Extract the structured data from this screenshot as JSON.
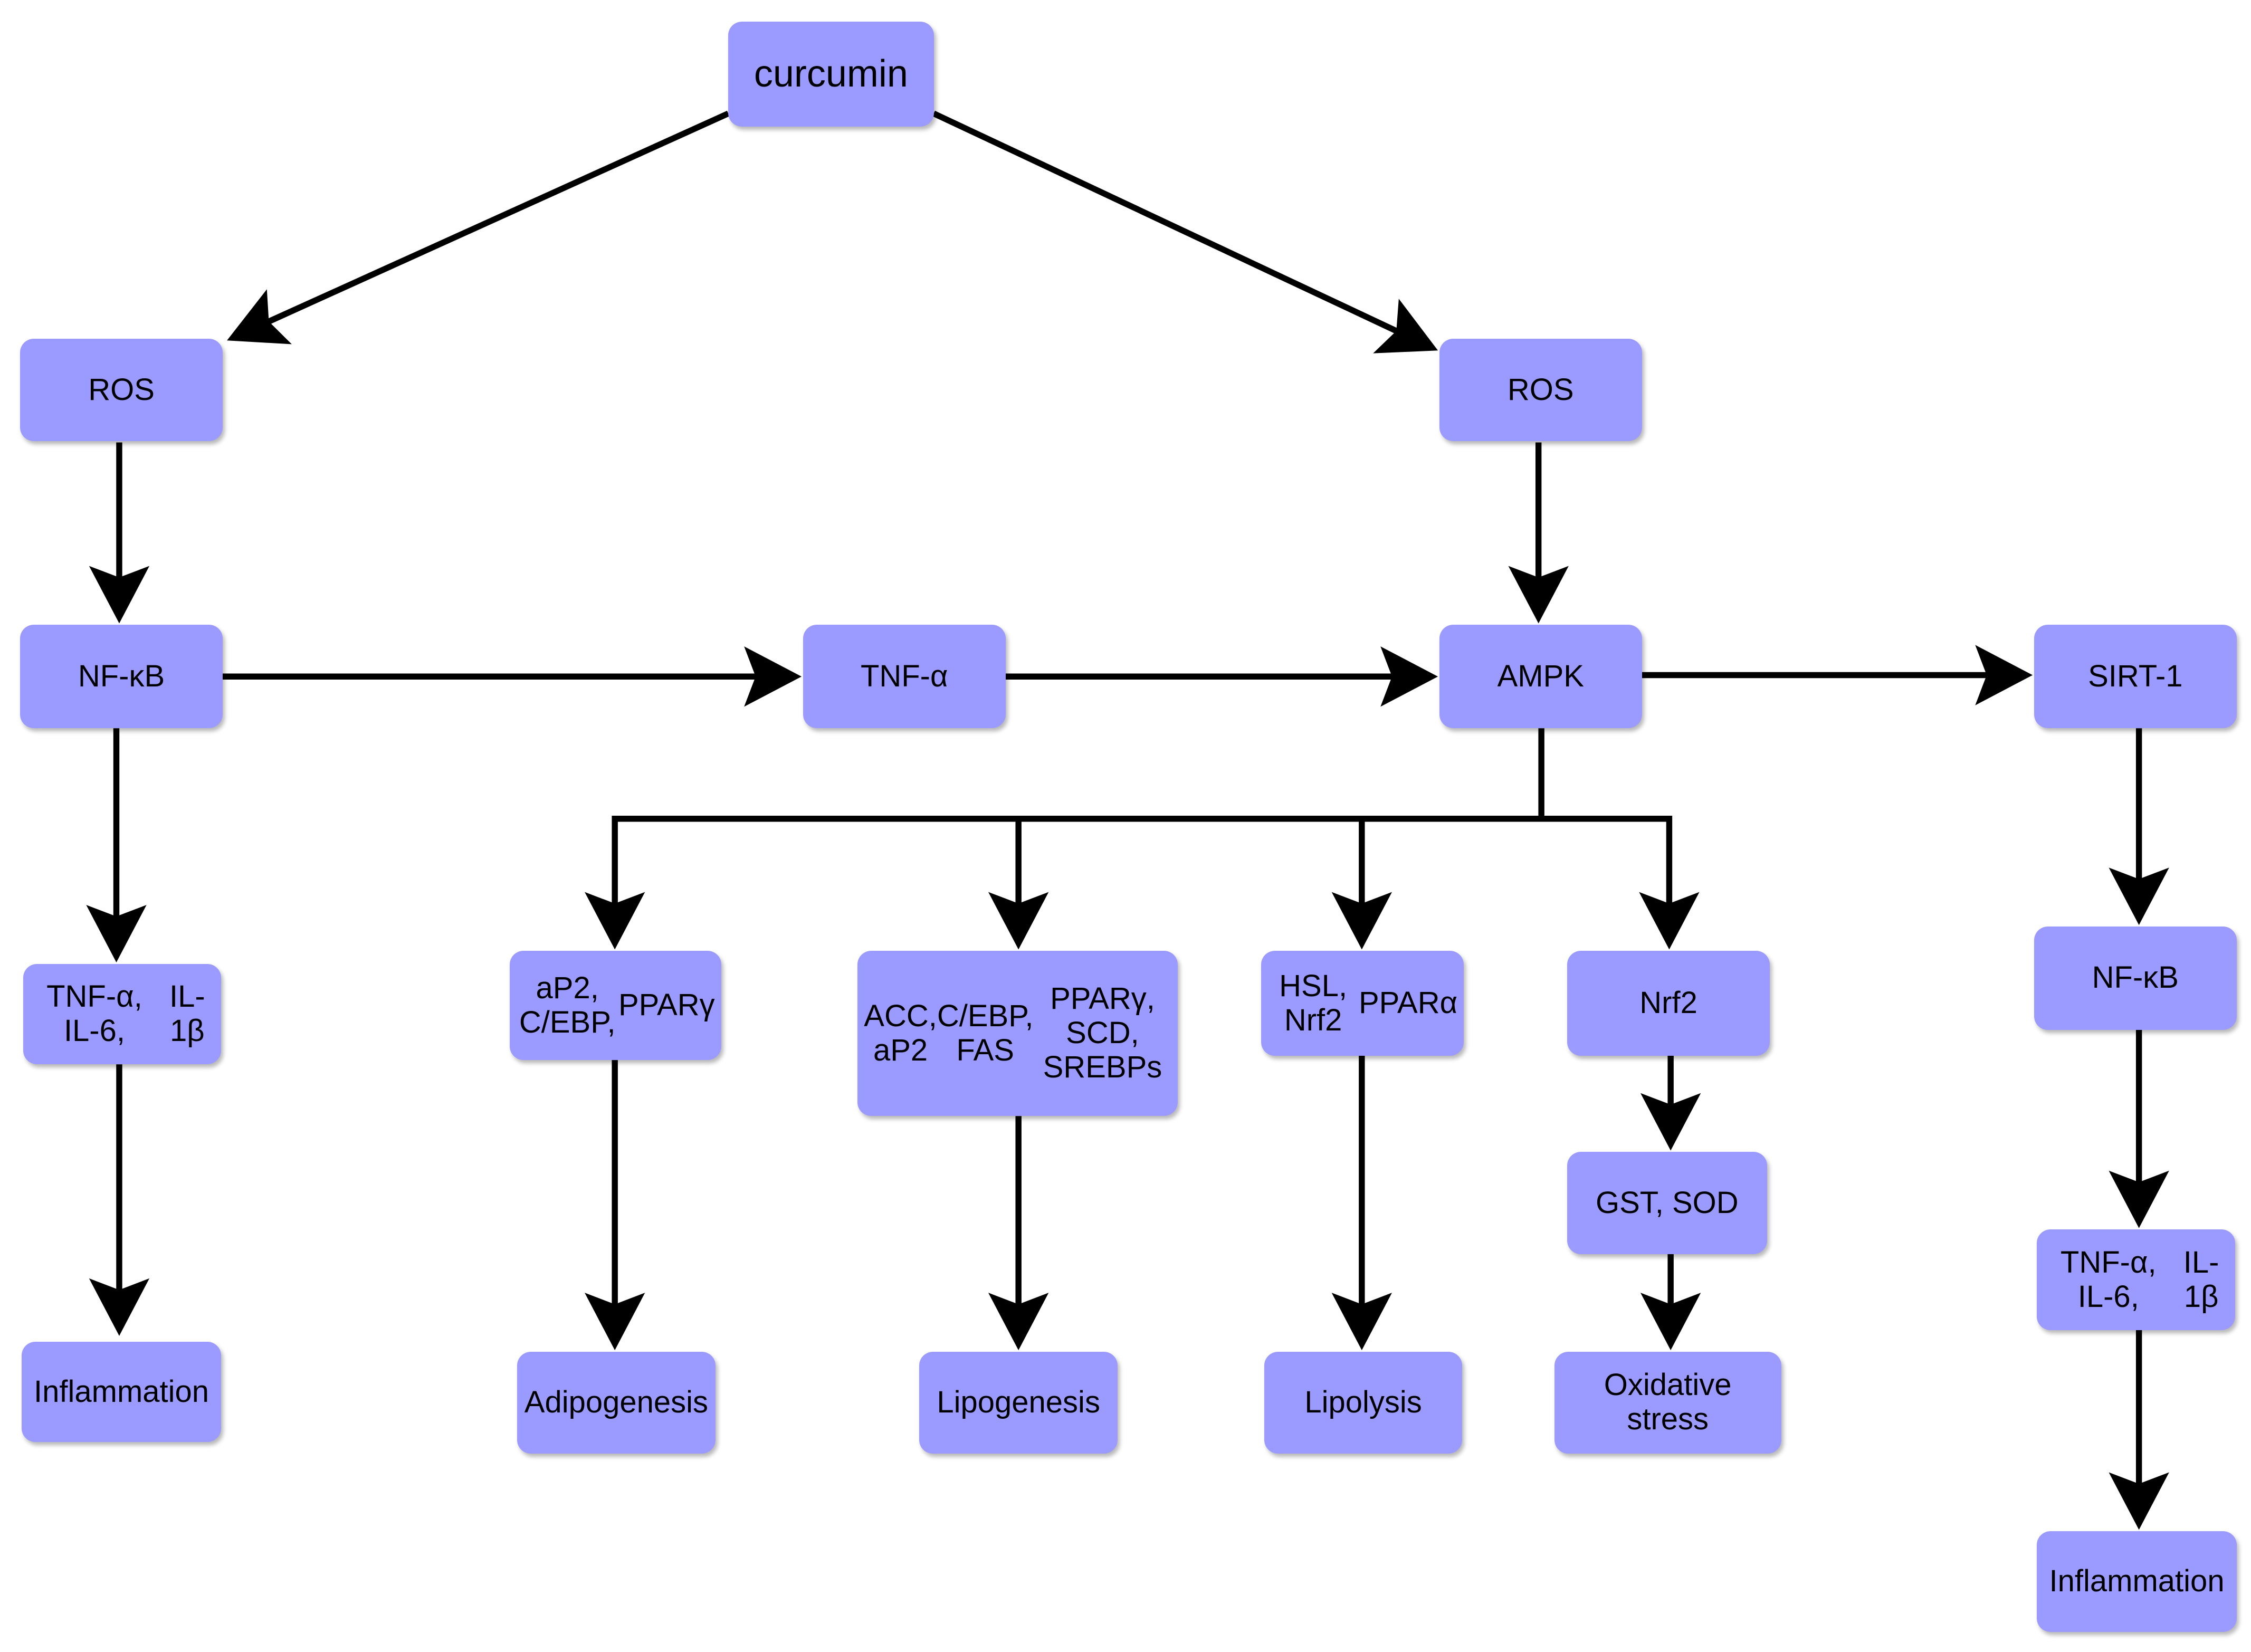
{
  "diagram": {
    "colors": {
      "node_fill": "#9b9bff",
      "arrow": "#000000",
      "background": "#ffffff"
    },
    "nodes": {
      "curcumin": [
        "curcumin"
      ],
      "ros_left": [
        "ROS"
      ],
      "ros_right": [
        "ROS"
      ],
      "nfkb_left": [
        "NF-κB"
      ],
      "tnfa_mid": [
        "TNF-α"
      ],
      "ampk": [
        "AMPK"
      ],
      "sirt1": [
        "SIRT-1"
      ],
      "cytokines_left": [
        "TNF-α, IL-6,",
        "IL-1β"
      ],
      "adipo_factors": [
        "aP2, C/EBP,",
        "PPARγ"
      ],
      "lipo_factors": [
        "ACC, aP2",
        "C/EBP, FAS",
        "PPARγ, SCD, SREBPs"
      ],
      "lipolysis_factors": [
        "HSL, Nrf2",
        "PPARα"
      ],
      "nrf2": [
        "Nrf2"
      ],
      "nfkb_right": [
        "NF-κB"
      ],
      "gst_sod": [
        "GST, SOD"
      ],
      "cytokines_right": [
        "TNF-α, IL-6,",
        "IL-1β"
      ],
      "inflammation_left": [
        "Inflammation"
      ],
      "adipogenesis": [
        "Adipogenesis"
      ],
      "lipogenesis": [
        "Lipogenesis"
      ],
      "lipolysis": [
        "Lipolysis"
      ],
      "oxidative_stress": [
        "Oxidative stress"
      ],
      "inflammation_right": [
        "Inflammation"
      ]
    },
    "edges": [
      [
        "curcumin",
        "ros_left"
      ],
      [
        "curcumin",
        "ros_right"
      ],
      [
        "ros_left",
        "nfkb_left"
      ],
      [
        "ros_right",
        "ampk"
      ],
      [
        "nfkb_left",
        "tnfa_mid"
      ],
      [
        "tnfa_mid",
        "ampk"
      ],
      [
        "ampk",
        "sirt1"
      ],
      [
        "nfkb_left",
        "cytokines_left"
      ],
      [
        "cytokines_left",
        "inflammation_left"
      ],
      [
        "ampk",
        "adipo_factors"
      ],
      [
        "ampk",
        "lipo_factors"
      ],
      [
        "ampk",
        "lipolysis_factors"
      ],
      [
        "ampk",
        "nrf2"
      ],
      [
        "adipo_factors",
        "adipogenesis"
      ],
      [
        "lipo_factors",
        "lipogenesis"
      ],
      [
        "lipolysis_factors",
        "lipolysis"
      ],
      [
        "nrf2",
        "gst_sod"
      ],
      [
        "gst_sod",
        "oxidative_stress"
      ],
      [
        "sirt1",
        "nfkb_right"
      ],
      [
        "nfkb_right",
        "cytokines_right"
      ],
      [
        "cytokines_right",
        "inflammation_right"
      ]
    ]
  }
}
